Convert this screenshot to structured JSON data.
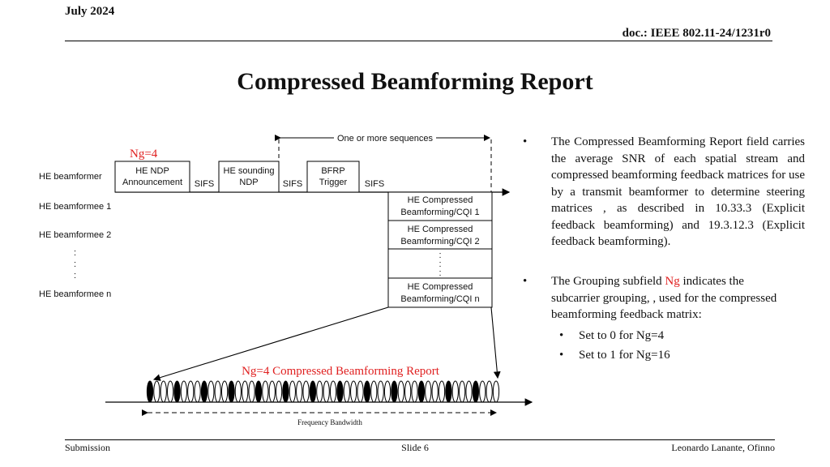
{
  "header": {
    "date": "July 2024",
    "doc": "doc.: IEEE 802.11-24/1231r0"
  },
  "title": "Compressed Beamforming Report",
  "diagram": {
    "ng_label": "Ng=4",
    "sequence_label": "One or more sequences",
    "rows": [
      "HE beamformer",
      "HE beamformee 1",
      "HE beamformee 2",
      ":",
      ":",
      ":",
      "HE beamformee n"
    ],
    "frames": {
      "ndpa": [
        "HE NDP",
        "Announcement"
      ],
      "ndp": [
        "HE sounding",
        "NDP"
      ],
      "bfrp": [
        "BFRP",
        "Trigger"
      ],
      "sifs": "SIFS"
    },
    "reports": [
      [
        "HE Compressed",
        "Beamforming/CQI 1"
      ],
      [
        "HE Compressed",
        "Beamforming/CQI 2"
      ],
      [
        "HE Compressed",
        "Beamforming/CQI n"
      ]
    ],
    "report_caption": "Ng=4 Compressed Beamforming Report",
    "bandwidth_label": "Frequency Bandwidth",
    "colors": {
      "accent_red": "#e02020",
      "line": "#000000"
    }
  },
  "bullets": {
    "b1": "The Compressed Beamforming Report field carries the average SNR of each spatial stream and compressed beamforming feedback matrices for use by a transmit beamformer to determine steering matrices , as described in 10.33.3 (Explicit feedback beamforming) and 19.3.12.3 (Explicit feedback beamforming).",
    "b2_pre": "The Grouping subfield ",
    "b2_ng": "Ng",
    "b2_post": " indicates the subcarrier grouping, , used for the compressed beamforming feedback matrix:",
    "sub1": "Set to 0 for Ng=4",
    "sub2": "Set to 1 for Ng=16",
    "bullet_char": "•"
  },
  "footer": {
    "left": "Submission",
    "center": "Slide 6",
    "right": "Leonardo Lanante, Ofinno"
  }
}
